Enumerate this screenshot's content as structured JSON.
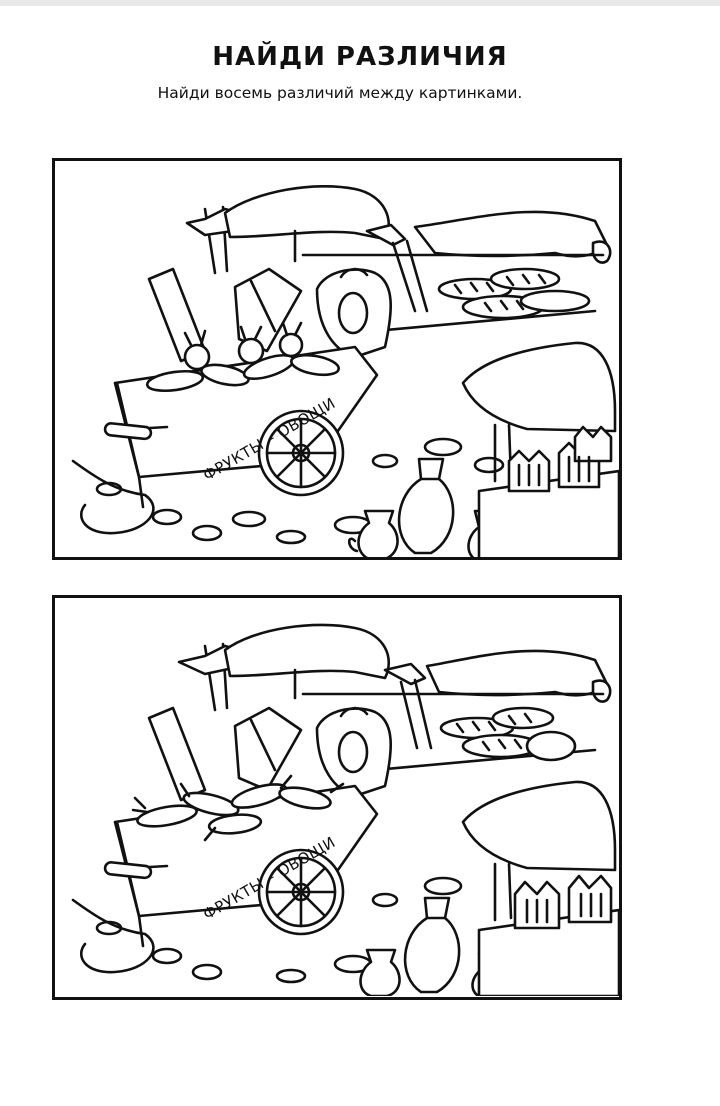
{
  "header": {
    "title": "НАЙДИ РАЗЛИЧИЯ",
    "instruction": "Найди восемь различий между картинками."
  },
  "panels": [
    {
      "cart_label": "ФРУКТЫ – ОВОЩИ"
    },
    {
      "cart_label": "ФРУКТЫ – ОВОЩИ"
    }
  ]
}
